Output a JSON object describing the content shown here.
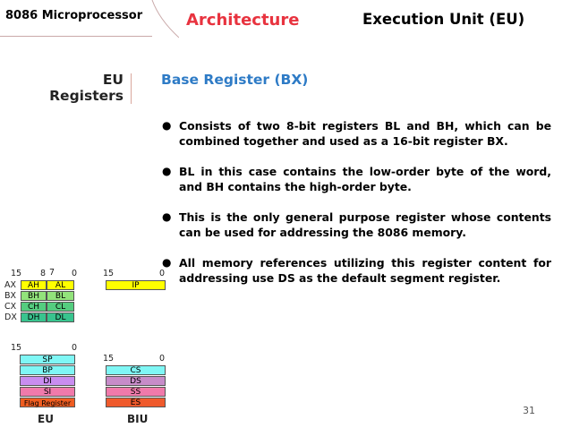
{
  "header": {
    "course": "8086 Microprocessor",
    "section": "Architecture",
    "unit": "Execution Unit (EU)"
  },
  "left_title": {
    "line1": "EU",
    "line2": "Registers"
  },
  "heading": "Base Register (BX)",
  "bullets": [
    "Consists of two 8-bit registers BL and BH, which can be combined together and used as a 16-bit register BX.",
    "BL in this case contains the low-order byte of the word, and BH contains the high-order byte.",
    "This is the only general purpose register whose contents can be used for addressing the 8086 memory.",
    "All memory references utilizing this register content for addressing use DS as the default segment register."
  ],
  "diagram": {
    "gp_bits": {
      "hi": "15",
      "mid_hi": "8",
      "mid_lo": "7",
      "lo": "0"
    },
    "gp_rows": [
      {
        "name": "AX",
        "high": "AH",
        "low": "AL"
      },
      {
        "name": "BX",
        "high": "BH",
        "low": "BL"
      },
      {
        "name": "CX",
        "high": "CH",
        "low": "CL"
      },
      {
        "name": "DX",
        "high": "DH",
        "low": "DL"
      }
    ],
    "ip_bits": {
      "hi": "15",
      "lo": "0"
    },
    "ip": "IP",
    "ptr_bits": {
      "hi": "15",
      "lo": "0"
    },
    "ptr_regs": [
      "SP",
      "BP",
      "DI",
      "SI",
      "Flag Register"
    ],
    "seg_bits": {
      "hi": "15",
      "lo": "0"
    },
    "seg_regs": [
      "CS",
      "DS",
      "SS",
      "ES"
    ],
    "eu_caption": "EU",
    "biu_caption": "BIU"
  },
  "page_number": "31",
  "colors": {
    "section_title": "#e8333f",
    "heading": "#2e7bc6"
  }
}
